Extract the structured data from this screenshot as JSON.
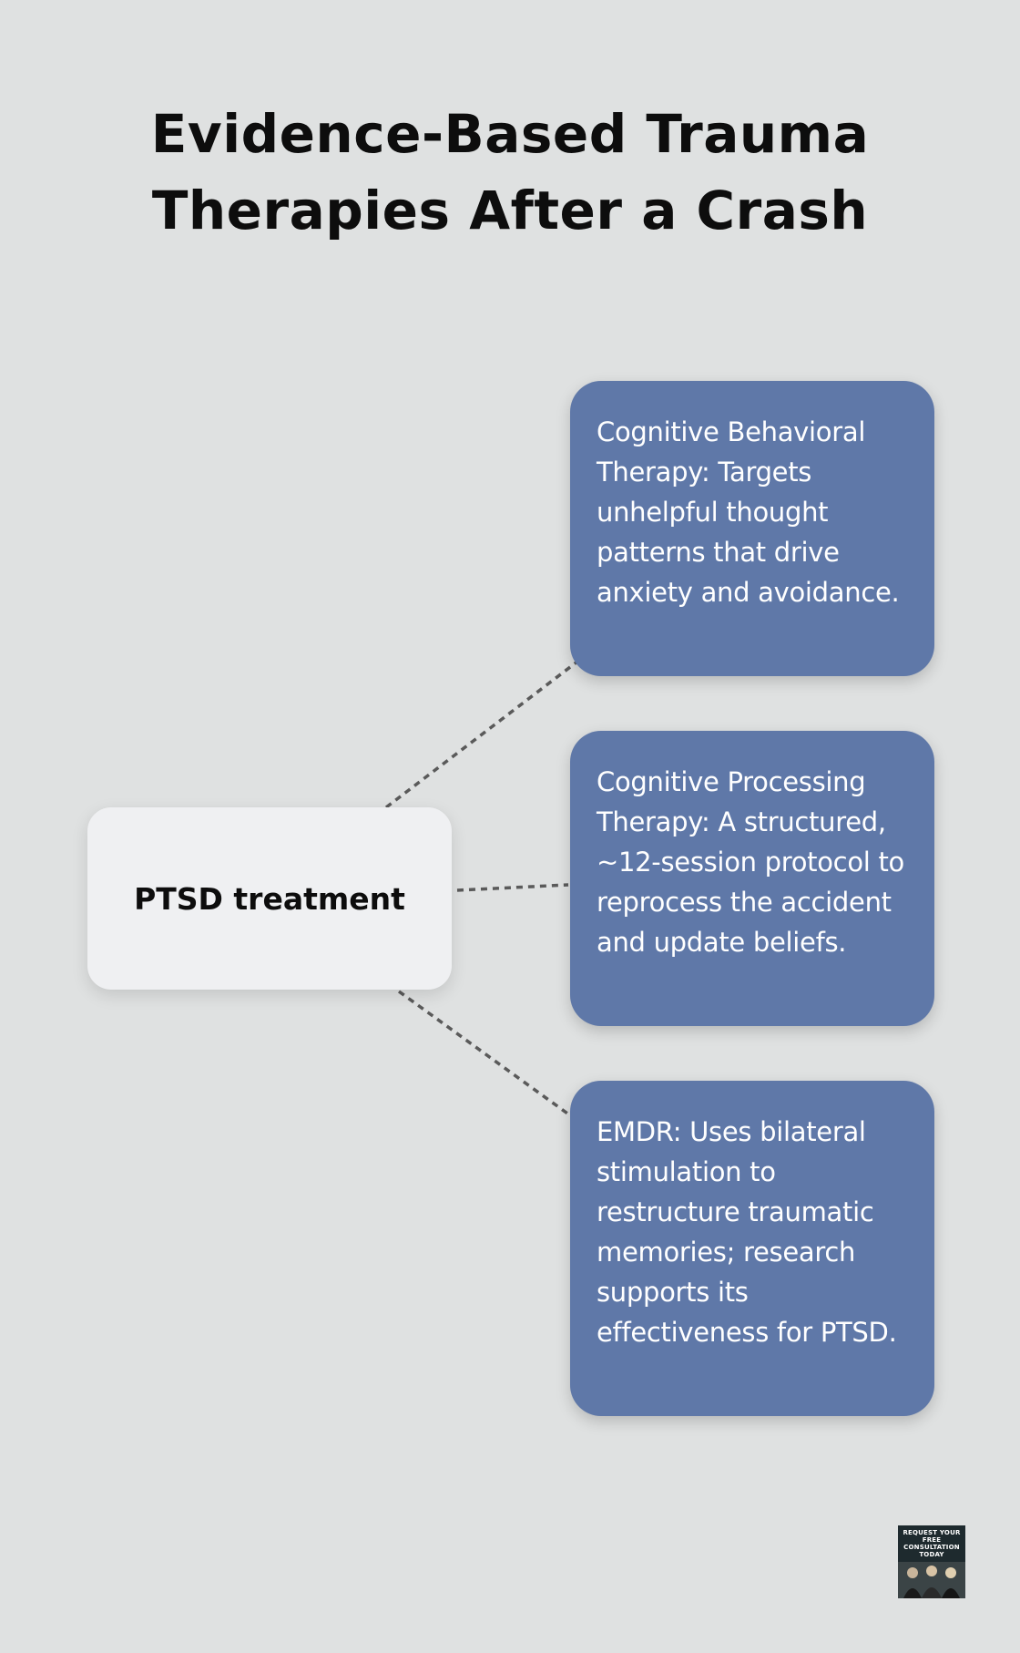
{
  "title": {
    "line1": "Evidence-Based Trauma",
    "line2": "Therapies After a Crash"
  },
  "center": {
    "label": "PTSD treatment"
  },
  "branches": [
    {
      "text": "Cognitive Behavioral Therapy: Targets unhelpful thought patterns that drive anxiety and avoidance."
    },
    {
      "text": "Cognitive Processing Therapy: A structured, ~12-session protocol to reprocess the accident and update beliefs."
    },
    {
      "text": "EMDR: Uses bilateral stimulation to restructure traumatic memories; research supports its effectiveness for PTSD."
    }
  ],
  "promo": {
    "text": "REQUEST YOUR FREE CONSULTATION TODAY"
  },
  "colors": {
    "background": "#dfe1e1",
    "branch_fill": "#5f78a8",
    "center_fill": "#eff0f2",
    "connector": "#5a5a5a"
  }
}
